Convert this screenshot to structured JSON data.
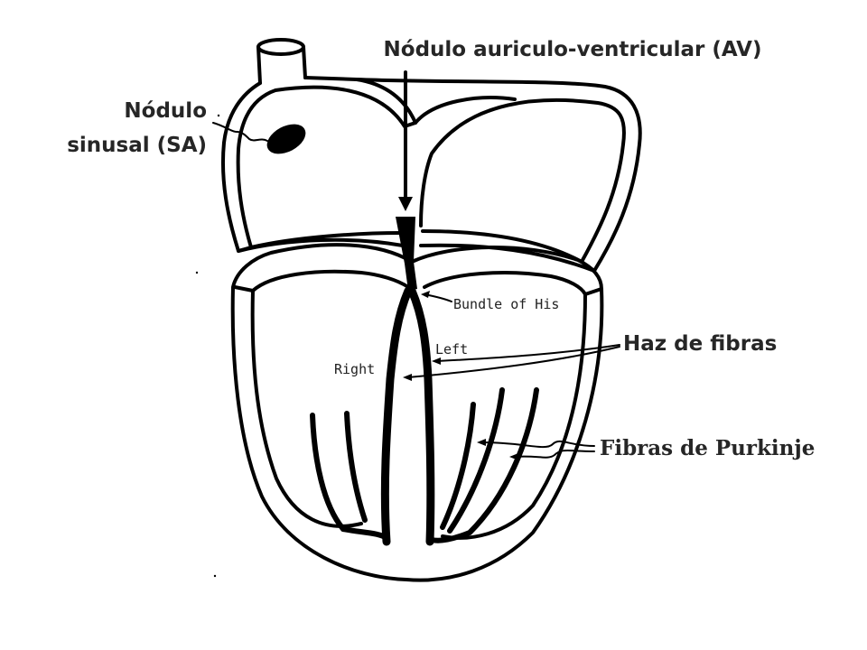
{
  "labels": {
    "av_node": "Nódulo auriculo-ventricular (AV)",
    "sa_node_line1": "Nódulo",
    "sa_node_line2": "sinusal (SA)",
    "bundle_of_his": "Bundle of His",
    "bundle_branches": "Haz de fibras",
    "left_branch": "Left",
    "right_branch": "Right",
    "purkinje_fibers": "Fibras de Purkinje"
  },
  "colors": {
    "ink": "#000000",
    "label_text": "#262626",
    "background": "#ffffff"
  }
}
